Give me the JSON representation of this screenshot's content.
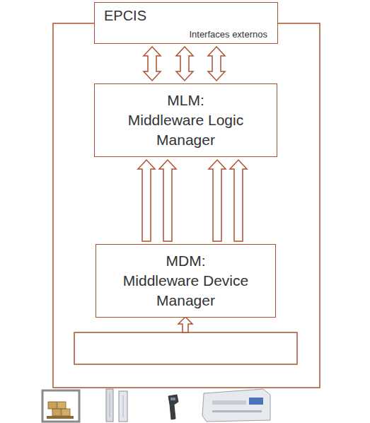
{
  "diagram": {
    "nodes": [
      {
        "text": [
          "EPCIS",
          "Interfaces externos"
        ]
      },
      {
        "text": [
          "MLM:",
          "Middleware Logic Manager"
        ]
      },
      {
        "text": [
          "MDM:",
          "Middleware Device Manager"
        ]
      }
    ],
    "edges": [
      {
        "from": 0,
        "to": 1,
        "arrow": "both"
      },
      {
        "from": 0,
        "to": 1,
        "arrow": "both"
      },
      {
        "from": 0,
        "to": 1,
        "arrow": "both"
      },
      {
        "from": 2,
        "to": 1,
        "arrow": "to"
      },
      {
        "from": 2,
        "to": 1,
        "arrow": "to"
      },
      {
        "from": 2,
        "to": 1,
        "arrow": "to"
      },
      {
        "from": 2,
        "to": 1,
        "arrow": "to"
      }
    ]
  }
}
